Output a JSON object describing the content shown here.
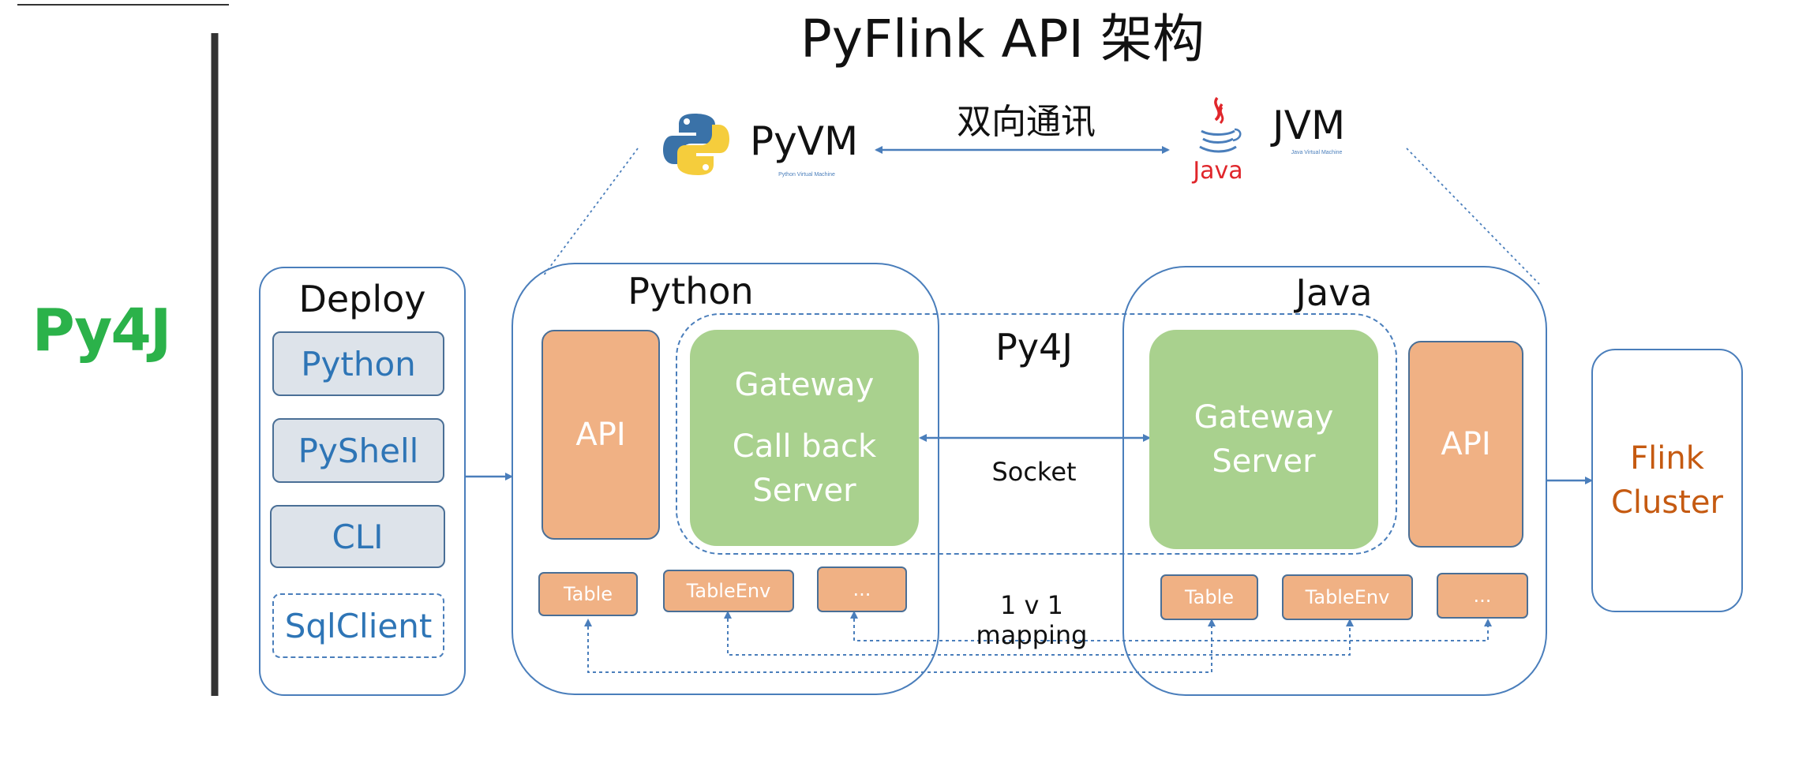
{
  "title": "PyFlink API 架构",
  "left_label": "Py4J",
  "pyvm": {
    "label": "PyVM",
    "sub": "Python Virtual Machine"
  },
  "jvm": {
    "label": "JVM",
    "sub": "Java Virtual Machine",
    "logo_text": "Java"
  },
  "bidirectional_label": "双向通讯",
  "deploy": {
    "title": "Deploy",
    "items": [
      "Python",
      "PyShell",
      "CLI",
      "SqlClient"
    ]
  },
  "python_box": {
    "title": "Python",
    "api_label": "API",
    "gateway_label": "Gateway",
    "callback_line1": "Call back",
    "callback_line2": "Server",
    "small_items": [
      "Table",
      "TableEnv",
      "..."
    ]
  },
  "py4j_label": "Py4J",
  "socket_label": "Socket",
  "mapping_label": "1 v 1 mapping",
  "java_box": {
    "title": "Java",
    "gateway_line1": "Gateway",
    "gateway_line2": "Server",
    "api_label": "API",
    "small_items": [
      "Table",
      "TableEnv",
      "..."
    ]
  },
  "flink": {
    "line1": "Flink",
    "line2": "Cluster"
  },
  "colors": {
    "frame": "#4a7ebb",
    "orange": "#f0b184",
    "green": "#a9d18e",
    "deploy_fill": "#dde3ea",
    "deploy_text": "#2e75b6",
    "flink_text": "#c55a11",
    "py4j_green": "#2bb24a",
    "java_red": "#e0262b"
  }
}
